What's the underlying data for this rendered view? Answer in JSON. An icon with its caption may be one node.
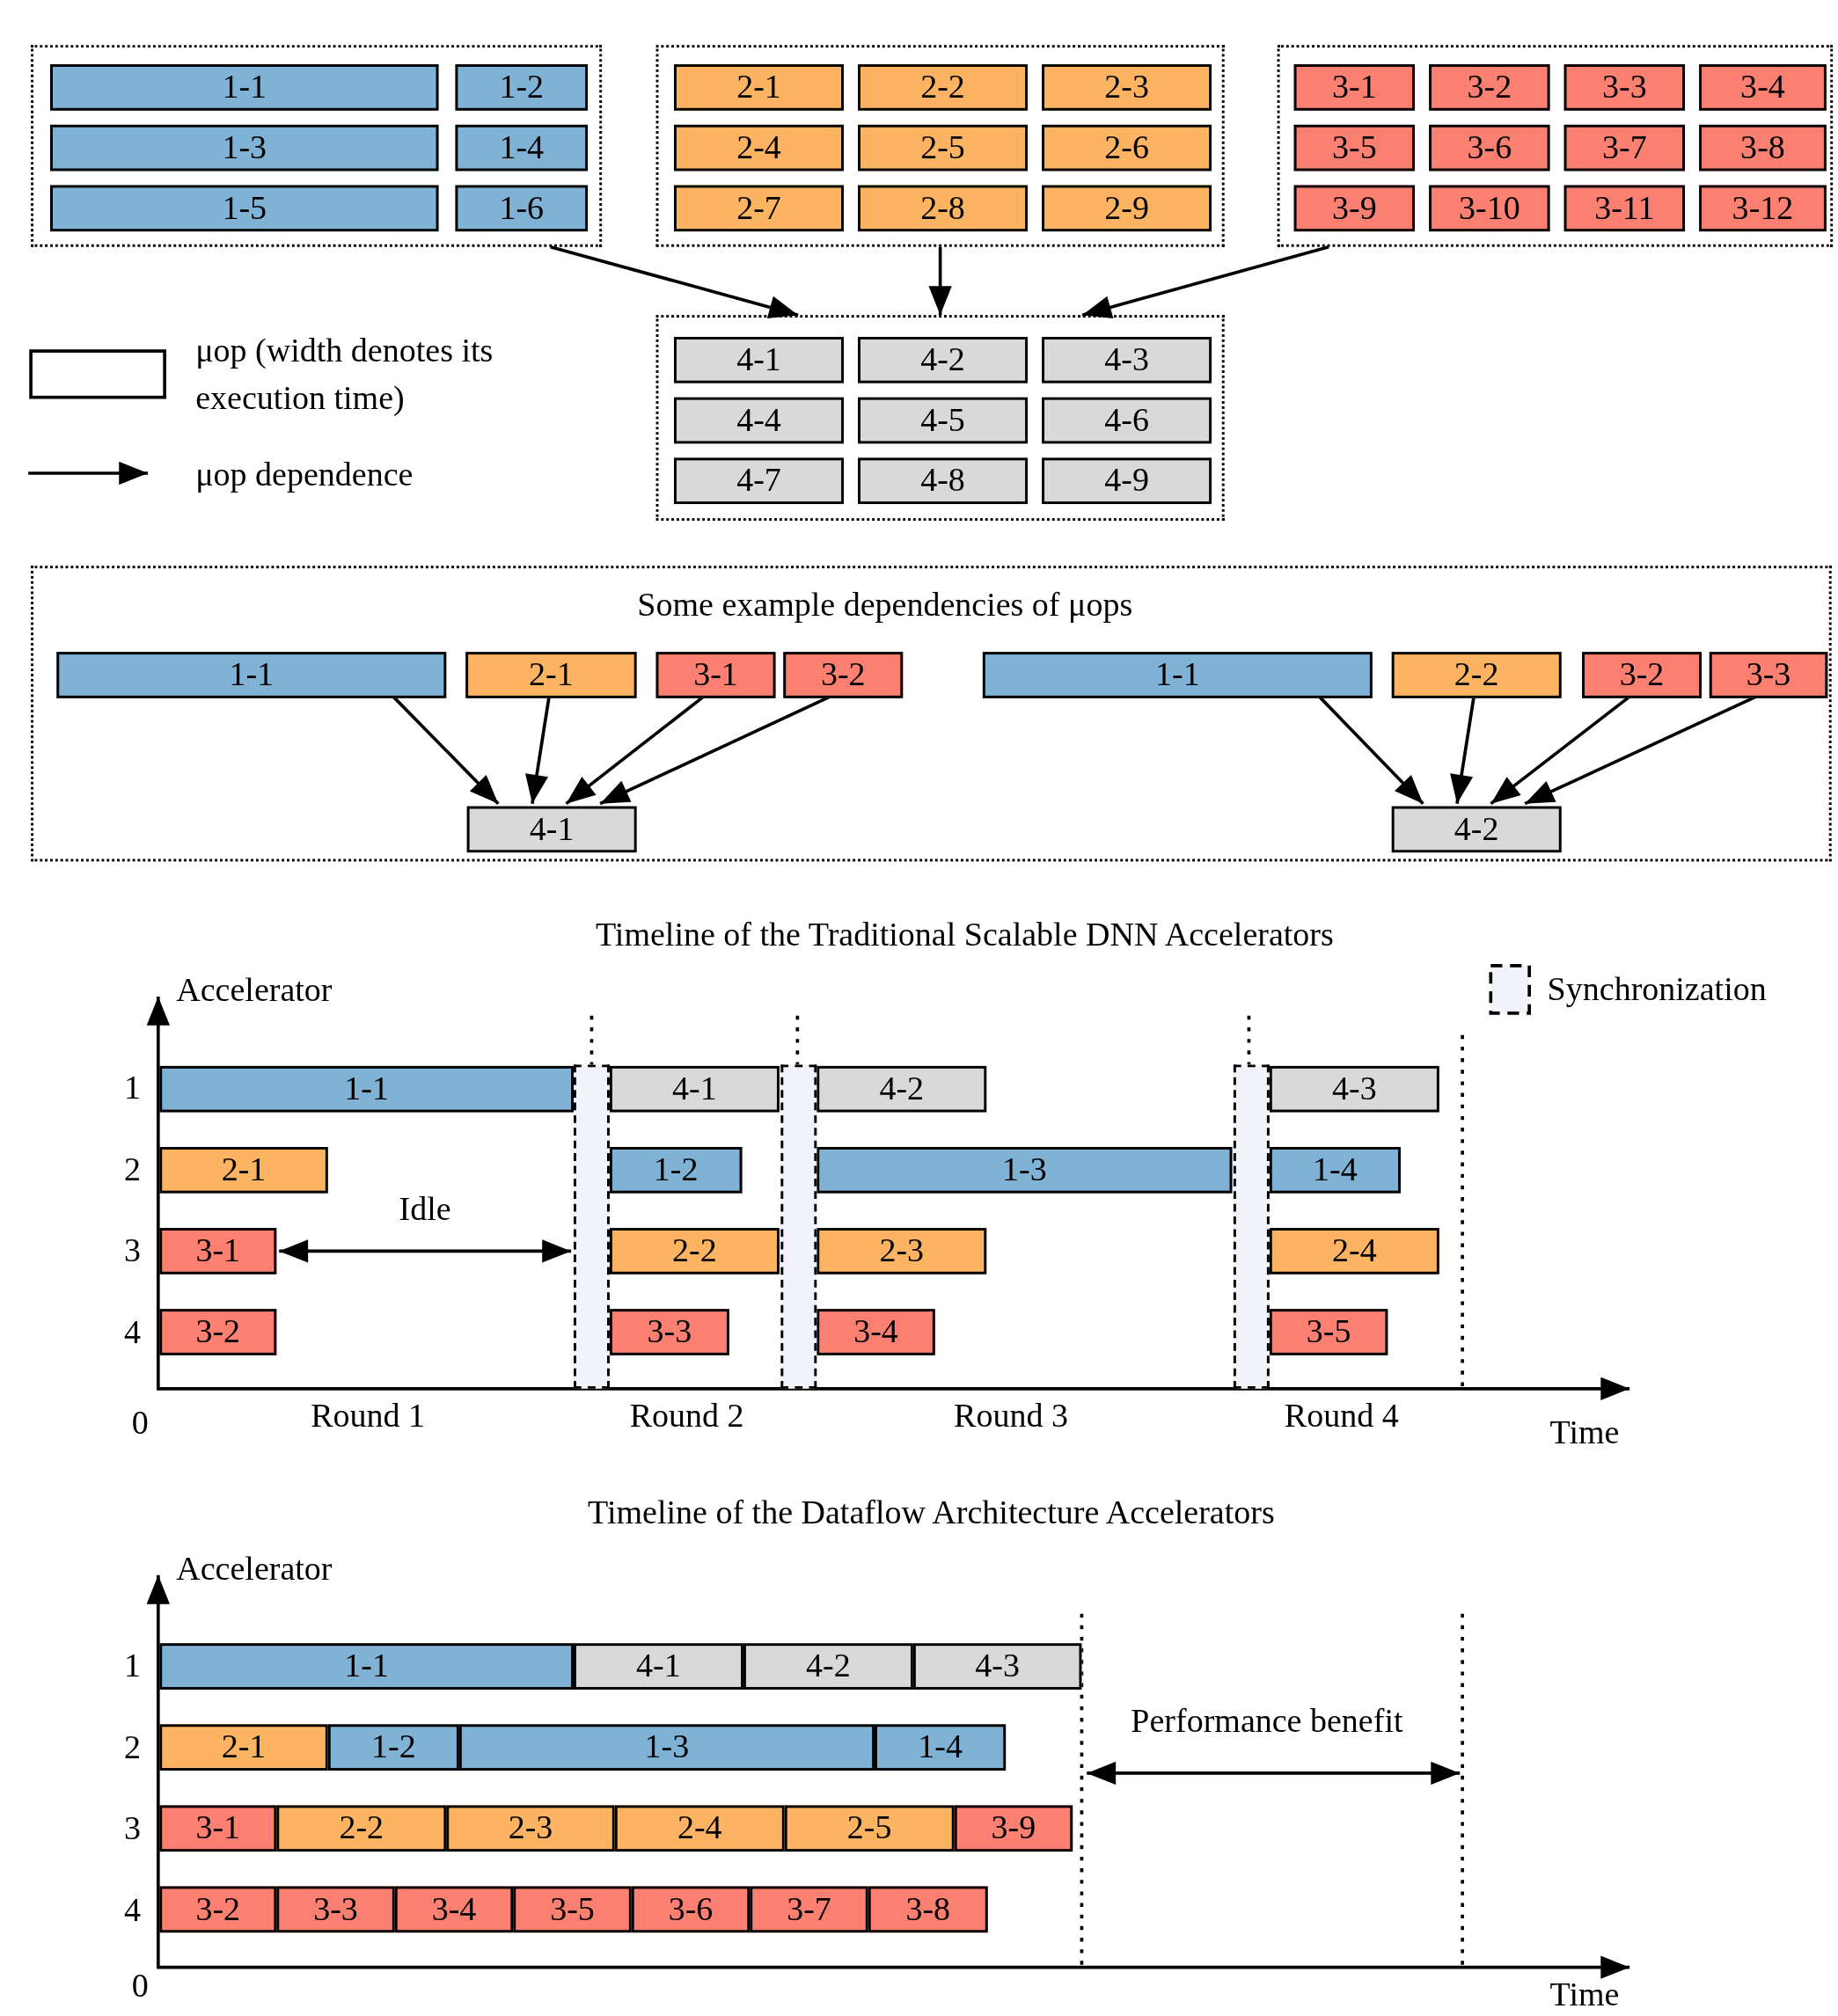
{
  "diagram": {
    "nodes": [
      {
        "text": [],
        "shape": "box"
      },
      {
        "text": [
          "1-1"
        ],
        "in": 0
      },
      {
        "text": [
          "1-2"
        ],
        "in": 0
      },
      {
        "text": [
          "1-3"
        ],
        "in": 0
      },
      {
        "text": [
          "1-4"
        ],
        "in": 0
      },
      {
        "text": [
          "1-5"
        ],
        "in": 0
      },
      {
        "text": [
          "1-6"
        ],
        "in": 0
      },
      {
        "text": [],
        "shape": "box"
      },
      {
        "text": [
          "2-1"
        ],
        "in": 7
      },
      {
        "text": [
          "2-2"
        ],
        "in": 7
      },
      {
        "text": [
          "2-3"
        ],
        "in": 7
      },
      {
        "text": [
          "2-4"
        ],
        "in": 7
      },
      {
        "text": [
          "2-5"
        ],
        "in": 7
      },
      {
        "text": [
          "2-6"
        ],
        "in": 7
      },
      {
        "text": [
          "2-7"
        ],
        "in": 7
      },
      {
        "text": [
          "2-8"
        ],
        "in": 7
      },
      {
        "text": [
          "2-9"
        ],
        "in": 7
      },
      {
        "text": [],
        "shape": "box"
      },
      {
        "text": [
          "3-1"
        ],
        "in": 17
      },
      {
        "text": [
          "3-2"
        ],
        "in": 17
      },
      {
        "text": [
          "3-3"
        ],
        "in": 17
      },
      {
        "text": [
          "3-4"
        ],
        "in": 17
      },
      {
        "text": [
          "3-5"
        ],
        "in": 17
      },
      {
        "text": [
          "3-6"
        ],
        "in": 17
      },
      {
        "text": [
          "3-7"
        ],
        "in": 17
      },
      {
        "text": [
          "3-8"
        ],
        "in": 17
      },
      {
        "text": [
          "3-9"
        ],
        "in": 17
      },
      {
        "text": [
          "3-10"
        ],
        "in": 17
      },
      {
        "text": [
          "3-11"
        ],
        "in": 17
      },
      {
        "text": [
          "3-12"
        ],
        "in": 17
      },
      {
        "text": [],
        "shape": "box"
      },
      {
        "text": [
          "4-1"
        ],
        "in": 30
      },
      {
        "text": [
          "4-2"
        ],
        "in": 30
      },
      {
        "text": [
          "4-3"
        ],
        "in": 30
      },
      {
        "text": [
          "4-4"
        ],
        "in": 30
      },
      {
        "text": [
          "4-5"
        ],
        "in": 30
      },
      {
        "text": [
          "4-6"
        ],
        "in": 30
      },
      {
        "text": [
          "4-7"
        ],
        "in": 30
      },
      {
        "text": [
          "4-8"
        ],
        "in": 30
      },
      {
        "text": [
          "4-9"
        ],
        "in": 30
      },
      {
        "text": [
          "Some example dependencies of μops"
        ]
      },
      {
        "text": [
          "1-1"
        ],
        "in": 40
      },
      {
        "text": [
          "2-1"
        ],
        "in": 40
      },
      {
        "text": [
          "3-1"
        ],
        "in": 40
      },
      {
        "text": [
          "3-2"
        ],
        "in": 40
      },
      {
        "text": [
          "4-1"
        ],
        "in": 40
      },
      {
        "text": [
          "1-1"
        ],
        "in": 40
      },
      {
        "text": [
          "2-2"
        ],
        "in": 40
      },
      {
        "text": [
          "3-2"
        ],
        "in": 40
      },
      {
        "text": [
          "3-3"
        ],
        "in": 40
      },
      {
        "text": [
          "4-2"
        ],
        "in": 40
      },
      {
        "text": [
          "1-1"
        ]
      },
      {
        "text": [
          "4-1"
        ]
      },
      {
        "text": [
          "4-2"
        ]
      },
      {
        "text": [
          "4-3"
        ]
      },
      {
        "text": [
          "2-1"
        ]
      },
      {
        "text": [
          "1-2"
        ]
      },
      {
        "text": [
          "1-3"
        ]
      },
      {
        "text": [
          "1-4"
        ]
      },
      {
        "text": [
          "3-1"
        ]
      },
      {
        "text": [
          "2-2"
        ]
      },
      {
        "text": [
          "2-3"
        ]
      },
      {
        "text": [
          "2-4"
        ]
      },
      {
        "text": [
          "3-2"
        ]
      },
      {
        "text": [
          "3-3"
        ]
      },
      {
        "text": [
          "3-4"
        ]
      },
      {
        "text": [
          "3-5"
        ]
      },
      {
        "text": [
          "1-1"
        ]
      },
      {
        "text": [
          "4-1"
        ]
      },
      {
        "text": [
          "4-2"
        ]
      },
      {
        "text": [
          "4-3"
        ]
      },
      {
        "text": [
          "2-1"
        ]
      },
      {
        "text": [
          "1-2"
        ]
      },
      {
        "text": [
          "1-3"
        ]
      },
      {
        "text": [
          "1-4"
        ]
      },
      {
        "text": [
          "3-1"
        ]
      },
      {
        "text": [
          "2-2"
        ]
      },
      {
        "text": [
          "2-3"
        ]
      },
      {
        "text": [
          "2-4"
        ]
      },
      {
        "text": [
          "2-5"
        ]
      },
      {
        "text": [
          "3-9"
        ]
      },
      {
        "text": [
          "3-2"
        ]
      },
      {
        "text": [
          "3-3"
        ]
      },
      {
        "text": [
          "3-4"
        ]
      },
      {
        "text": [
          "3-5"
        ]
      },
      {
        "text": [
          "3-6"
        ]
      },
      {
        "text": [
          "3-7"
        ]
      },
      {
        "text": [
          "3-8"
        ]
      },
      {
        "text": [],
        "shape": "box"
      },
      {
        "text": [],
        "shape": "box"
      },
      {
        "text": [],
        "shape": "box"
      }
    ],
    "edges": [
      {
        "from": 0,
        "to": 30,
        "arrow": "to"
      },
      {
        "from": 7,
        "to": 30,
        "arrow": "to"
      },
      {
        "from": 17,
        "to": 30,
        "arrow": "to"
      },
      {
        "from": 41,
        "to": 45,
        "arrow": "to"
      },
      {
        "from": 42,
        "to": 45,
        "arrow": "to"
      },
      {
        "from": 43,
        "to": 45,
        "arrow": "to"
      },
      {
        "from": 44,
        "to": 45,
        "arrow": "to"
      },
      {
        "from": 46,
        "to": 50,
        "arrow": "to"
      },
      {
        "from": 47,
        "to": 50,
        "arrow": "to"
      },
      {
        "from": 48,
        "to": 50,
        "arrow": "to"
      },
      {
        "from": 49,
        "to": 50,
        "arrow": "to"
      },
      {
        "from": 59,
        "to": 88,
        "arrow": "both",
        "label": "Idle"
      }
    ],
    "labels": [
      "Timeline of the Traditional Scalable DNN Accelerators",
      "Accelerator",
      "1",
      "2",
      "3",
      "4",
      "0",
      "Round 1",
      "Round 2",
      "Round 3",
      "Round 4",
      "Time",
      "Timeline of the Dataflow Architecture Accelerators",
      "Accelerator",
      "1",
      "2",
      "Performance benefit",
      "3",
      "4",
      "0",
      "Time"
    ],
    "legend": [
      {
        "text": "μop (width denotes its execution time)"
      },
      {
        "text": "μop dependence"
      },
      {
        "text": "Synchronization"
      }
    ]
  }
}
